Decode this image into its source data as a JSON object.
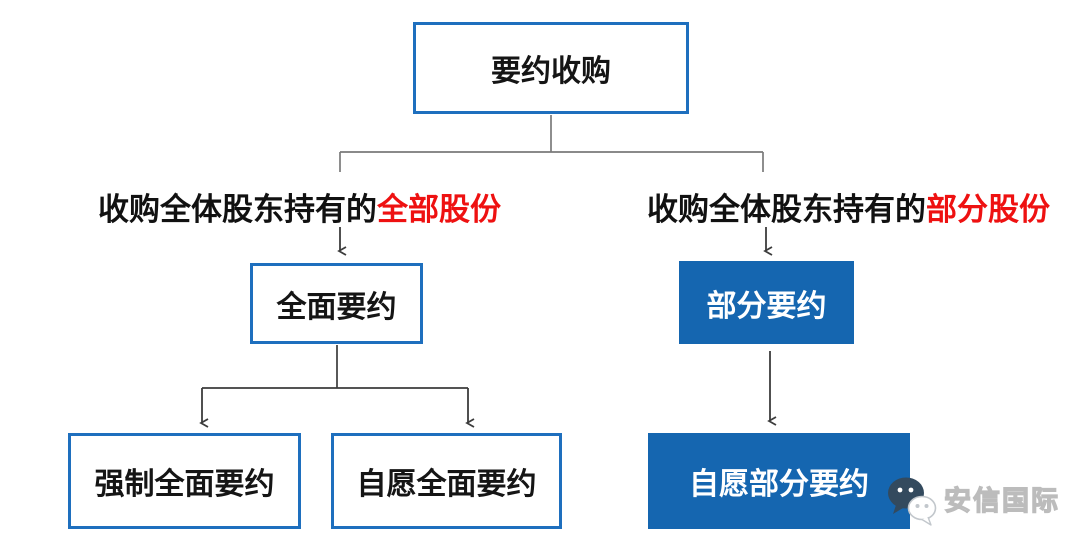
{
  "flowchart": {
    "root": {
      "label": "要约收购"
    },
    "left_branch": {
      "condition": {
        "prefix": "收购全体股东持有的",
        "highlight": "全部股份"
      },
      "node": {
        "label": "全面要约"
      },
      "children": [
        {
          "label": "强制全面要约"
        },
        {
          "label": "自愿全面要约"
        }
      ]
    },
    "right_branch": {
      "condition": {
        "prefix": "收购全体股东持有的",
        "highlight": "部分股份"
      },
      "node": {
        "label": "部分要约"
      },
      "children": [
        {
          "label": "自愿部分要约"
        }
      ]
    }
  },
  "watermark": {
    "icon": "wechat-icon",
    "label": "安信国际"
  },
  "colors": {
    "node_border_blue": "#1e6fbe",
    "node_fill_blue": "#1566b0",
    "highlight_red": "#ee1111",
    "connector_gray": "#7a7a7a",
    "arrow_dark": "#3c3c3c",
    "watermark_gray": "#bcbcbc",
    "text_black": "#111111"
  }
}
